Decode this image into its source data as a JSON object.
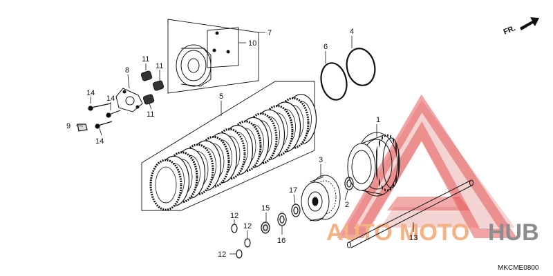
{
  "parts": {
    "p1": "1",
    "p2": "2",
    "p3": "3",
    "p4": "4",
    "p5": "5",
    "p6": "6",
    "p7": "7",
    "p8": "8",
    "p9": "9",
    "p10": "10",
    "p11a": "11",
    "p11b": "11",
    "p11c": "11",
    "p12a": "12",
    "p12b": "12",
    "p12c": "12",
    "p13": "13",
    "p14a": "14",
    "p14b": "14",
    "p14c": "14",
    "p15": "15",
    "p16": "16",
    "p17": "17"
  },
  "direction_label": "FR.",
  "diagram_code": "MKCME0800",
  "watermark": {
    "text_part1": "AUTO",
    "text_part2": "MOTO",
    "text_part3": "HUB",
    "color_red": "#e23c3c",
    "color_orange": "#f4b183",
    "color_gray": "#8c8c8c"
  },
  "icons": {
    "direction_arrow": "arrow-upper-right-icon"
  }
}
